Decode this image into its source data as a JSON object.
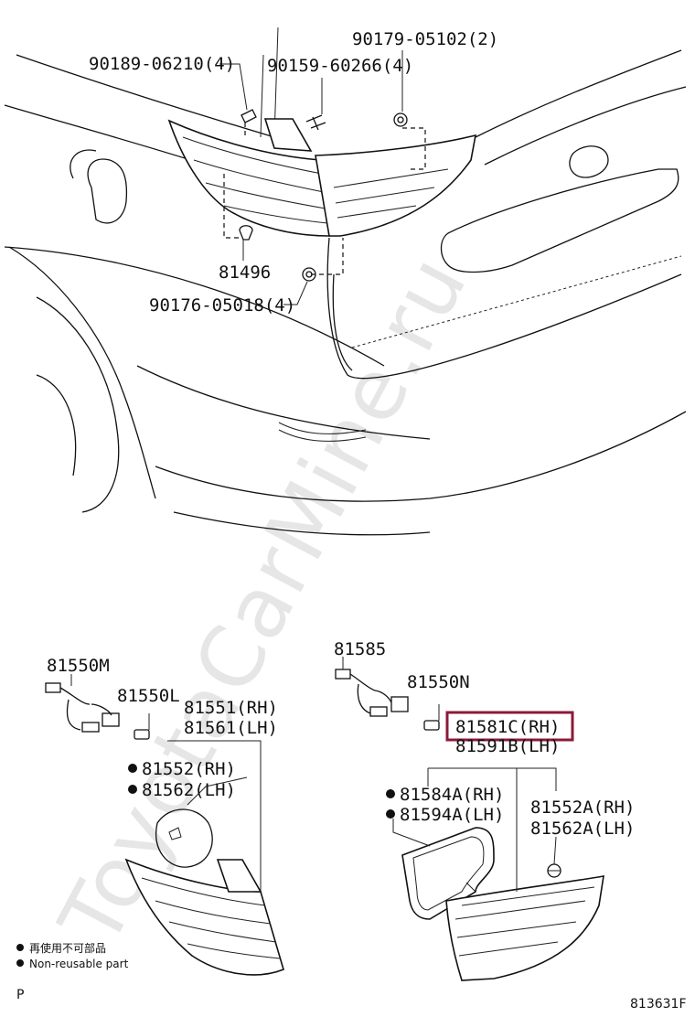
{
  "watermark": "ToyotaCarMine.ru",
  "top_labels": {
    "screw_90189": "90189-06210(4)",
    "screw_90159": "90159-60266(4)",
    "nut_90179": "90179-05102(2)",
    "clip_81496": "81496",
    "nut_90176": "90176-05018(4)"
  },
  "bottom_left": {
    "socket_wire": "81550M",
    "bulb": "81550L",
    "lamp_rh": "81551(RH)",
    "lamp_lh": "81561(LH)",
    "gasket_rh": "81552(RH)",
    "gasket_lh": "81562(LH)"
  },
  "bottom_right": {
    "socket_wire": "81585",
    "bulb": "81550N",
    "lamp_rh": "81581C(RH)",
    "lamp_lh": "81591B(LH)",
    "gasket_rh": "81584A(RH)",
    "gasket_lh": "81594A(LH)",
    "nut_rh": "81552A(RH)",
    "nut_lh": "81562A(LH)"
  },
  "legend": {
    "line1": "再使用不可部品",
    "line2": "Non-reusable part"
  },
  "corner_mark": "P",
  "figure_id": "813631F",
  "highlighted_part": "81581C(RH)"
}
